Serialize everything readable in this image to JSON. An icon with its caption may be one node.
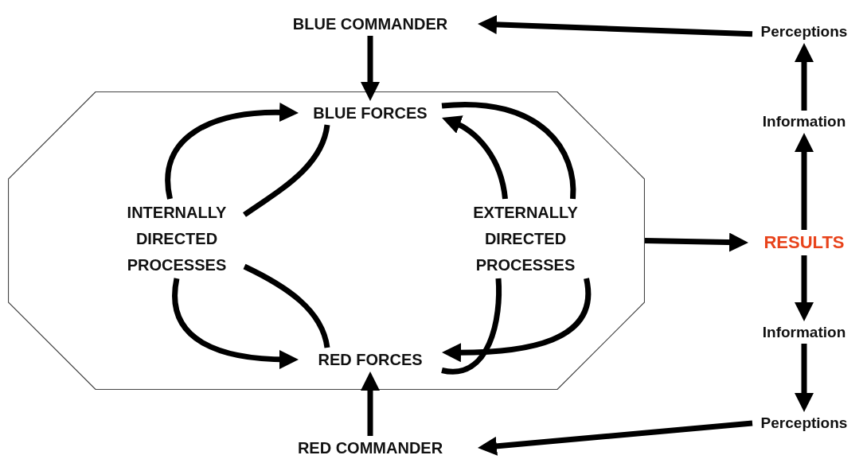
{
  "diagram": {
    "nodes": [
      {
        "text": [],
        "shape": "octagon"
      },
      {
        "text": [
          "BLUE COMMANDER"
        ]
      },
      {
        "text": [
          "BLUE FORCES"
        ],
        "in": 0
      },
      {
        "text": [
          "INTERNALLY DIRECTED PROCESSES"
        ],
        "in": 0
      },
      {
        "text": [
          "EXTERNALLY DIRECTED PROCESSES"
        ],
        "in": 0
      },
      {
        "text": [
          "RED FORCES"
        ],
        "in": 0
      },
      {
        "text": [
          "RED COMMANDER"
        ]
      },
      {
        "text": [
          "Perceptions"
        ]
      },
      {
        "text": [
          "Information"
        ]
      },
      {
        "text": [
          "RESULTS"
        ]
      },
      {
        "text": [
          "Information"
        ]
      },
      {
        "text": [
          "Perceptions"
        ]
      }
    ],
    "edges": [
      {
        "from": 1,
        "to": 2,
        "arrow": "to"
      },
      {
        "from": 6,
        "to": 5,
        "arrow": "to"
      },
      {
        "from": 0,
        "to": 9,
        "arrow": "to"
      },
      {
        "from": 9,
        "to": 8,
        "arrow": "to"
      },
      {
        "from": 8,
        "to": 7,
        "arrow": "to"
      },
      {
        "from": 9,
        "to": 10,
        "arrow": "to"
      },
      {
        "from": 10,
        "to": 11,
        "arrow": "to"
      },
      {
        "from": 7,
        "to": 1,
        "arrow": "to"
      },
      {
        "from": 11,
        "to": 6,
        "arrow": "to"
      },
      {
        "from": 3,
        "to": 2,
        "arrow": "to"
      },
      {
        "from": 2,
        "to": 3,
        "arrow": "none"
      },
      {
        "from": 3,
        "to": 5,
        "arrow": "to"
      },
      {
        "from": 5,
        "to": 3,
        "arrow": "none"
      },
      {
        "from": 4,
        "to": 2,
        "arrow": "to"
      },
      {
        "from": 2,
        "to": 4,
        "arrow": "none"
      },
      {
        "from": 4,
        "to": 5,
        "arrow": "to"
      },
      {
        "from": 5,
        "to": 4,
        "arrow": "none"
      }
    ]
  }
}
